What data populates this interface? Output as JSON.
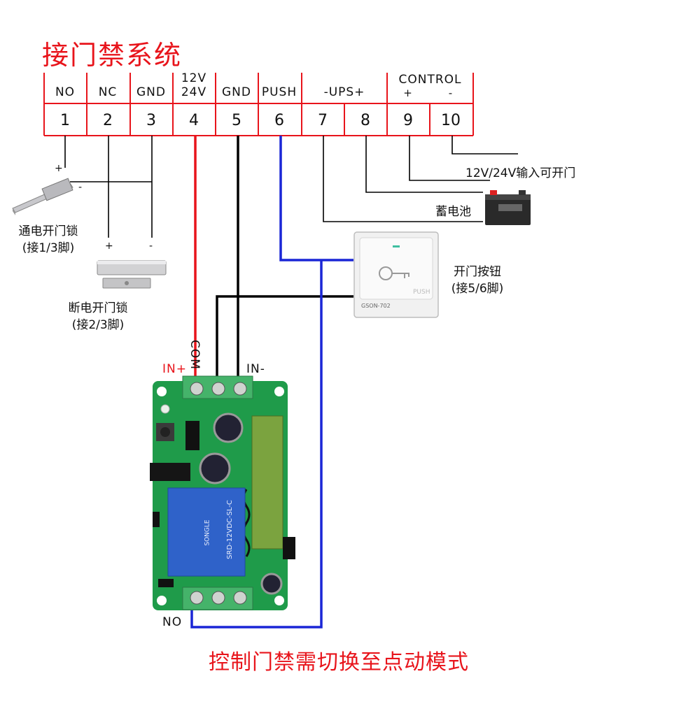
{
  "title": "接门禁系统",
  "terminals": [
    {
      "header": "NO",
      "number": "1"
    },
    {
      "header": "NC",
      "number": "2"
    },
    {
      "header": "GND",
      "number": "3"
    },
    {
      "header_top": "12V",
      "header": "24V",
      "number": "4"
    },
    {
      "header": "GND",
      "number": "5"
    },
    {
      "header": "PUSH",
      "number": "6"
    },
    {
      "header": "",
      "number": "7"
    },
    {
      "header": "",
      "number": "8"
    },
    {
      "header": "+",
      "number": "9"
    },
    {
      "header": "-",
      "number": "10"
    }
  ],
  "group_labels": {
    "ups": "-UPS+",
    "control": "CONTROL"
  },
  "devices": {
    "power_on_lock": {
      "name": "通电开门锁",
      "pins": "(接1/3脚)",
      "plus": "+",
      "minus": "-"
    },
    "power_off_lock": {
      "name": "断电开门锁",
      "pins": "(接2/3脚)",
      "plus": "+",
      "minus": "-"
    },
    "exit_button": {
      "name": "开门按钮",
      "pins": "(接5/6脚)",
      "face_label": "PUSH",
      "model": "GSON-702"
    },
    "battery": {
      "name": "蓄电池"
    },
    "control_input": {
      "label": "12V/24V输入可开门"
    }
  },
  "module": {
    "in_plus": "IN+",
    "com": "COM",
    "in_minus": "IN-",
    "no": "NO",
    "relay_brand": "SONGLE",
    "relay_model": "SRD-12VDC-SL-C"
  },
  "footer": "控制门禁需切换至点动模式",
  "colors": {
    "accent_red": "#e8141b",
    "wire_blue": "#1a26d6",
    "wire_black": "#000000",
    "pcb_green": "#1f9b4a",
    "relay_blue": "#2f62c9"
  }
}
